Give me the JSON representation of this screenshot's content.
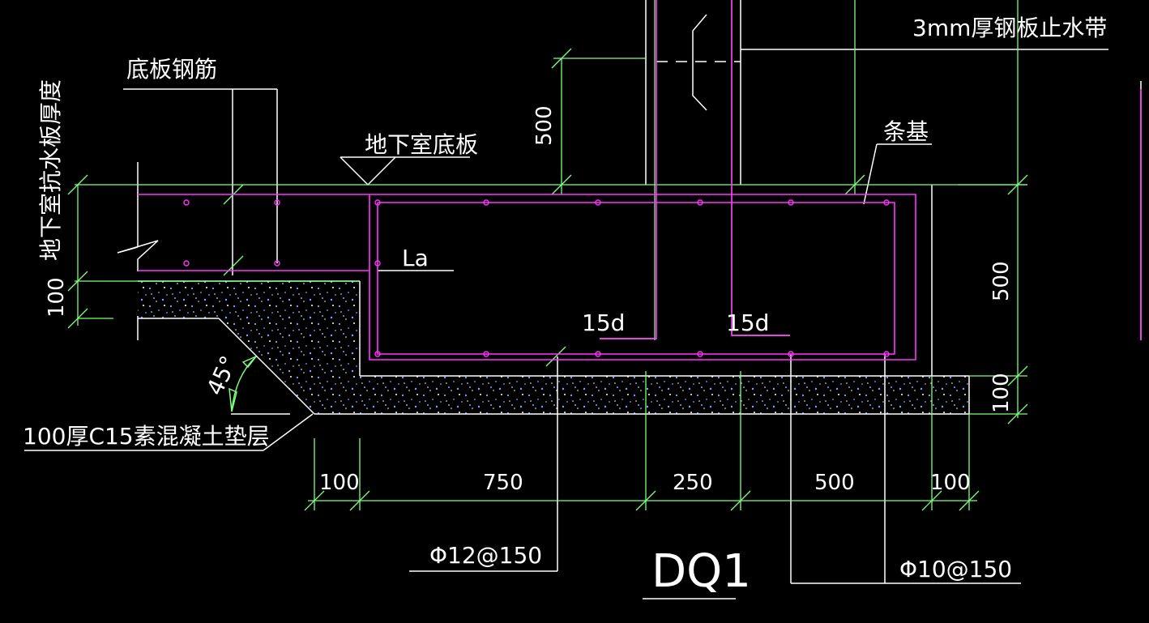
{
  "colors": {
    "background": "#000000",
    "line": "#ffffff",
    "dimension": "#7dff7d",
    "rebar": "#ff33ff",
    "aggregate": "#7aa8ff"
  },
  "labels": {
    "slab_rebar": "底板钢筋",
    "basement_slab": "地下室底板",
    "waterstop": "3mm厚钢板止水带",
    "strip_footing": "条基",
    "slab_thickness": "地下室抗水板厚度",
    "anchorage": "La",
    "hook_left": "15d",
    "hook_right": "15d",
    "angle": "45°",
    "cushion": "100厚C15素混凝土垫层",
    "rebar_a": "Φ12@150",
    "rebar_b": "Φ10@150",
    "title": "DQ1"
  },
  "dimensions": {
    "vertical_left": "100",
    "vertical_mid": "500",
    "vertical_right": "500",
    "vertical_right_bottom": "100",
    "bottom": [
      "100",
      "750",
      "250",
      "500",
      "100"
    ]
  }
}
